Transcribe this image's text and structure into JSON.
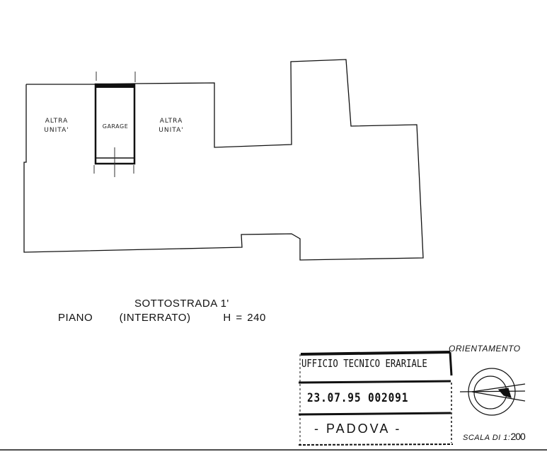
{
  "plan": {
    "rooms": [
      {
        "id": "left",
        "line1": "ALTRA",
        "line2": "UNITA'"
      },
      {
        "id": "garage",
        "line1": "GARAGE"
      },
      {
        "id": "right",
        "line1": "ALTRA",
        "line2": "UNITA'"
      }
    ]
  },
  "title": {
    "line1": "SOTTOSTRADA  1'",
    "piano": "PIANO",
    "interrato": "(INTERRATO)",
    "height": "H = 240"
  },
  "stamp": {
    "office": "UFFICIO TECNICO ERARIALE",
    "date_number": "23.07.95 002091",
    "city": "- PADOVA -"
  },
  "orientation": {
    "label": "ORIENTAMENTO"
  },
  "scale": {
    "label": "SCALA DI 1:",
    "value": "200"
  }
}
